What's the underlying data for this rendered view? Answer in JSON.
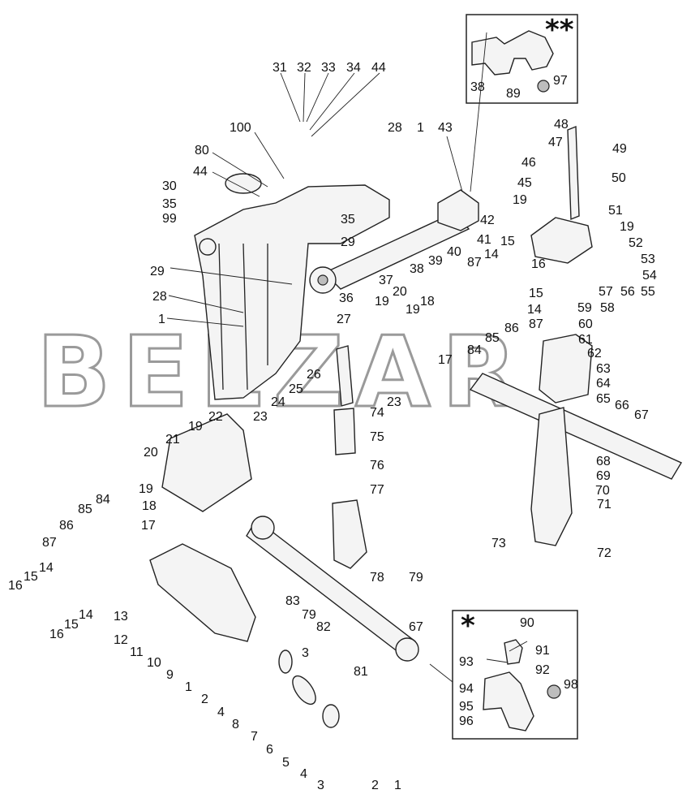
{
  "watermark": "BELZAR",
  "insets": {
    "top": {
      "marker": "**"
    },
    "bottom": {
      "marker": "*"
    }
  },
  "callouts": [
    "31",
    "32",
    "33",
    "34",
    "44",
    "100",
    "80",
    "44",
    "30",
    "35",
    "99",
    "28",
    "1",
    "43",
    "48",
    "47",
    "49",
    "46",
    "50",
    "45",
    "19",
    "51",
    "19",
    "52",
    "53",
    "54",
    "55",
    "56",
    "57",
    "58",
    "59",
    "60",
    "61",
    "62",
    "63",
    "64",
    "65",
    "66",
    "67",
    "68",
    "69",
    "70",
    "71",
    "72",
    "73",
    "35",
    "29",
    "42",
    "41",
    "40",
    "39",
    "38",
    "37",
    "36",
    "29",
    "28",
    "1",
    "15",
    "14",
    "16",
    "87",
    "15",
    "14",
    "87",
    "86",
    "85",
    "84",
    "20",
    "19",
    "18",
    "19",
    "27",
    "17",
    "25",
    "26",
    "24",
    "23",
    "74",
    "75",
    "76",
    "77",
    "78",
    "79",
    "67",
    "81",
    "82",
    "83",
    "79",
    "3",
    "22",
    "23",
    "21",
    "19",
    "20",
    "19",
    "18",
    "17",
    "84",
    "85",
    "86",
    "87",
    "14",
    "15",
    "16",
    "16",
    "15",
    "14",
    "13",
    "12",
    "11",
    "10",
    "9",
    "1",
    "2",
    "4",
    "8",
    "7",
    "6",
    "5",
    "4",
    "3",
    "2",
    "1",
    "38",
    "89",
    "97",
    "90",
    "91",
    "92",
    "93",
    "94",
    "95",
    "96",
    "98"
  ]
}
